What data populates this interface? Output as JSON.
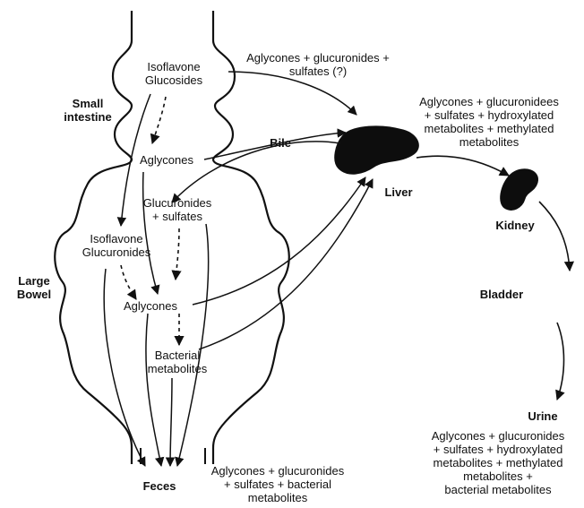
{
  "regions": {
    "small_intestine": "Small\nintestine",
    "large_bowel": "Large\nBowel"
  },
  "organs": {
    "liver": "Liver",
    "kidney": "Kidney",
    "bladder": "Bladder",
    "bile": "Bile",
    "urine": "Urine",
    "feces": "Feces"
  },
  "compartments": {
    "isoflavone_glucosides": "Isoflavone\nGlucosides",
    "aglycones_upper": "Aglycones",
    "glucuronides_sulfates": "Glucuronides\n+ sulfates",
    "isoflavone_glucuronides": "Isoflavone\nGlucuronides",
    "aglycones_lower": "Aglycones",
    "bacterial_metabolites": "Bacterial\nmetabolites"
  },
  "notes": {
    "to_liver": "Aglycones + glucuronides +\nsulfates (?)",
    "liver_output": "Aglycones + glucuronidees\n+ sulfates + hydroxylated\nmetabolites + methylated\nmetabolites",
    "urine_contents": "Aglycones + glucuronides\n+ sulfates + hydroxylated\nmetabolites + methylated\nmetabolites +\nbacterial metabolites",
    "feces_contents": "Aglycones + glucuronides\n+ sulfates + bacterial\nmetabolites"
  },
  "colors": {
    "ink": "#111111",
    "organ_fill": "#0d0d0d",
    "background": "#ffffff"
  }
}
